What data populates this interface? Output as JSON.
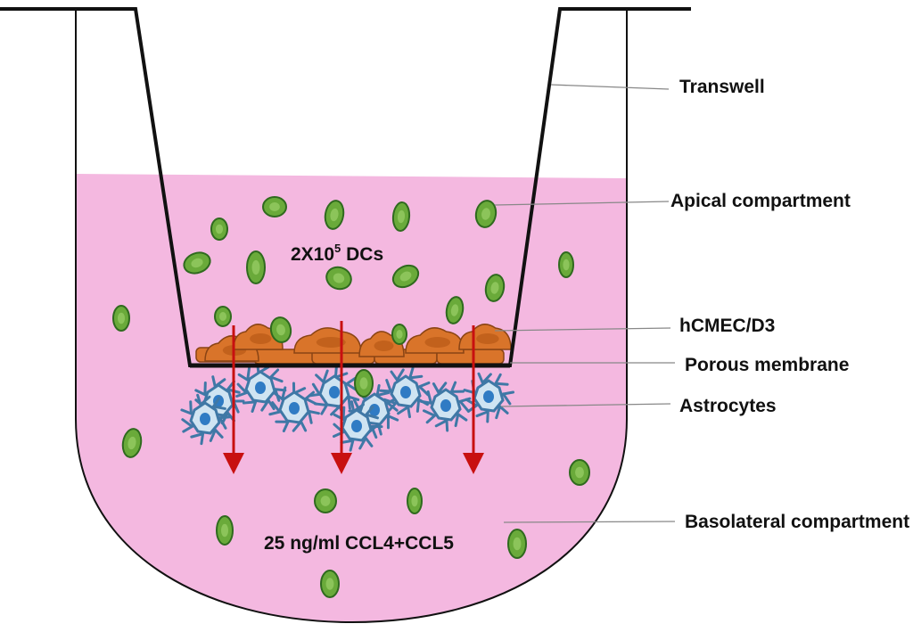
{
  "labels": {
    "transwell": "Transwell",
    "apical": "Apical compartment",
    "hcmec": "hCMEC/D3",
    "membrane": "Porous membrane",
    "astrocytes": "Astrocytes",
    "basolateral": "Basolateral compartment"
  },
  "inner_text": {
    "dcs_prefix": "2X10",
    "dcs_exp": "5",
    "dcs_suffix": " DCs",
    "chemokines": "25 ng/ml CCL4+CCL5"
  },
  "colors": {
    "medium": "#f4b8e0",
    "dendritic_cell": "#6aaa3a",
    "endothelial": "#d9742a",
    "astrocyte": "#3f78a6",
    "arrow": "#c81010"
  }
}
